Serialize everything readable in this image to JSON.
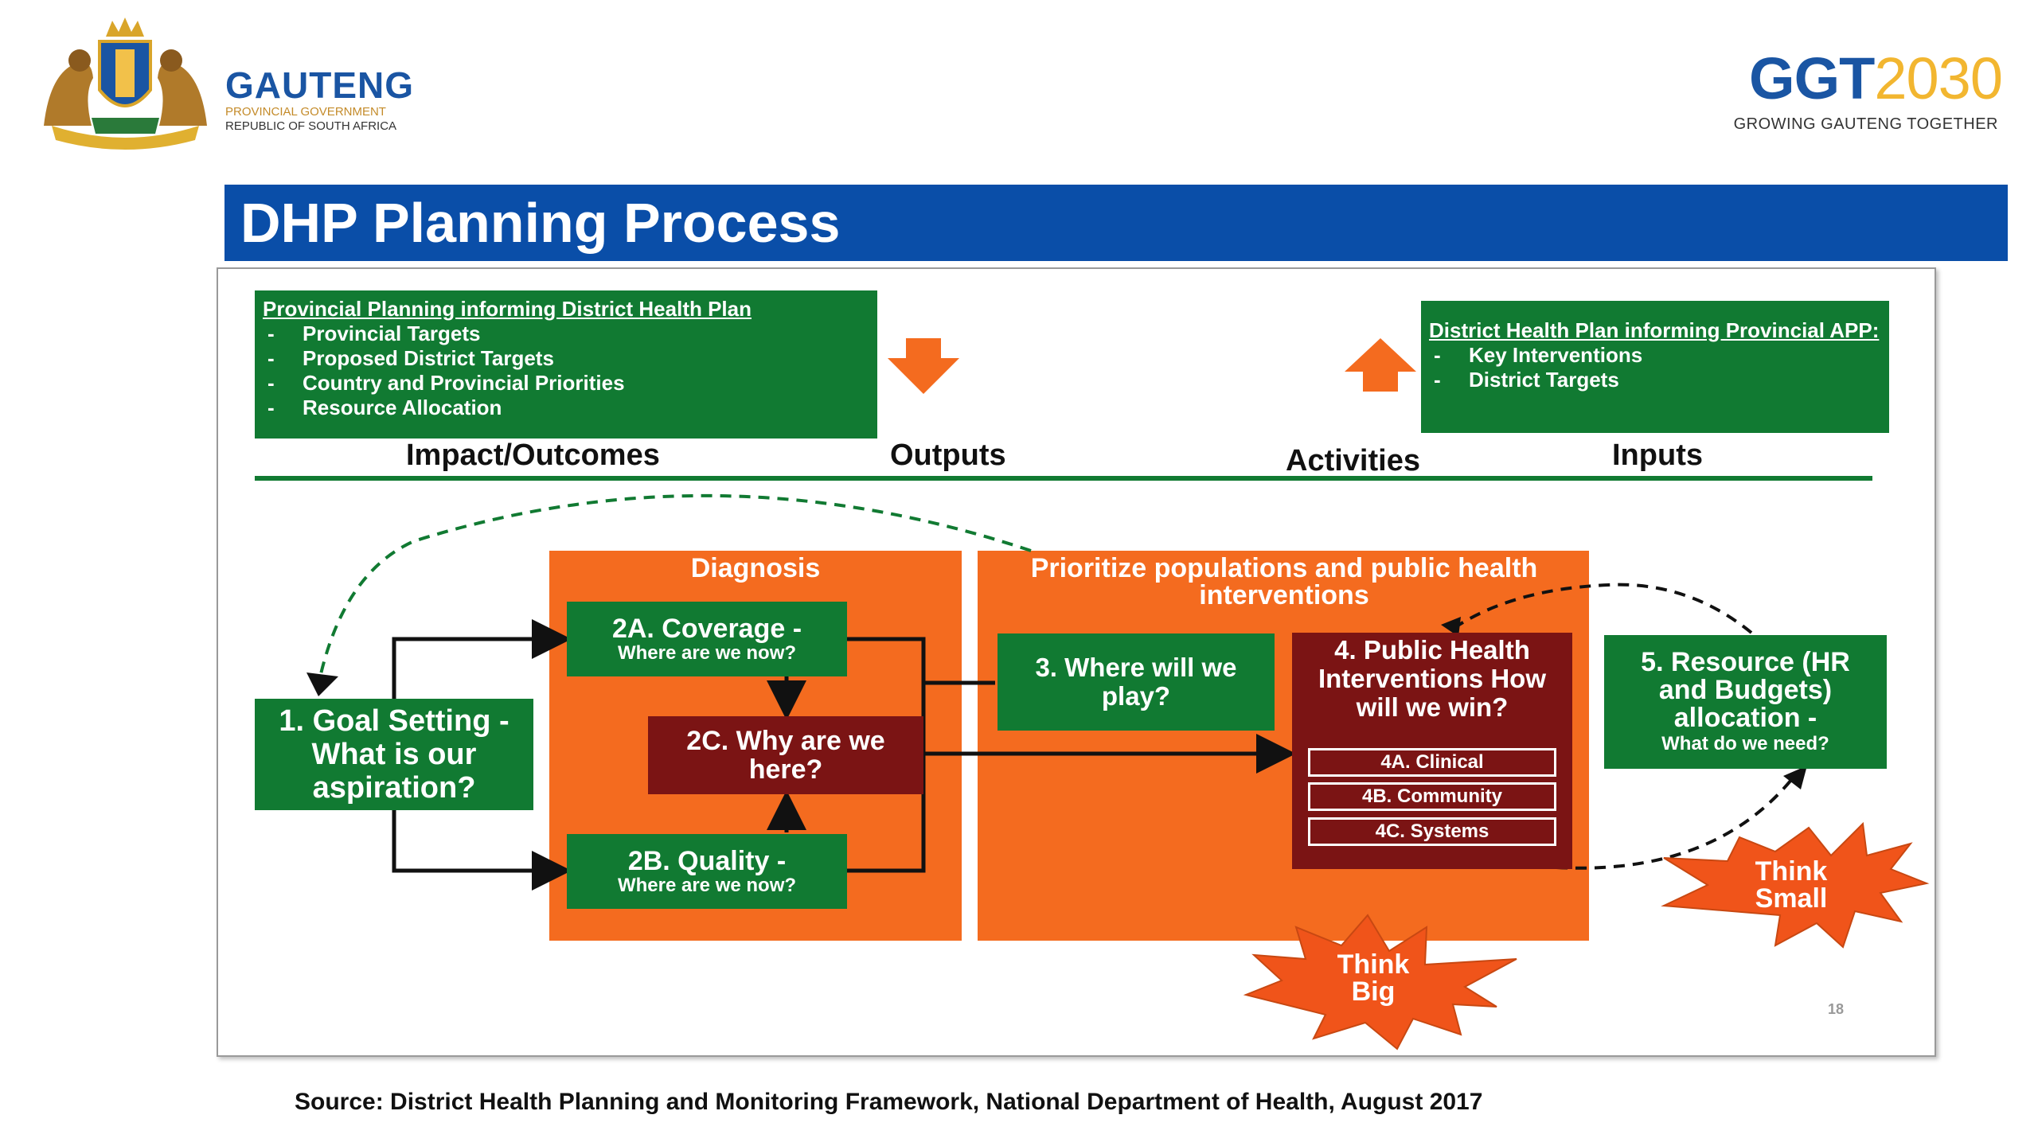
{
  "header": {
    "org_name": "GAUTENG",
    "org_sub1": "PROVINCIAL GOVERNMENT",
    "org_sub2": "REPUBLIC OF SOUTH AFRICA",
    "brand_a": "GGT",
    "brand_b": "2030",
    "brand_tagline": "GROWING GAUTENG TOGETHER",
    "colors": {
      "blue": "#1a55a3",
      "gold": "#f2b630",
      "title_bar": "#0a4ea8"
    }
  },
  "title": "DHP Planning Process",
  "diagram": {
    "colors": {
      "green": "#117a32",
      "maroon": "#7b1414",
      "orange": "#f46b1f"
    },
    "left_info": {
      "heading": "Provincial Planning informing District Health Plan",
      "items": [
        "Provincial Targets",
        "Proposed District Targets",
        "Country and Provincial Priorities",
        "Resource Allocation"
      ]
    },
    "right_info": {
      "heading": "District Health Plan informing Provincial APP:",
      "items": [
        "Key Interventions",
        "District Targets"
      ]
    },
    "phases": [
      "Impact/Outcomes",
      "Outputs",
      "Activities",
      "Inputs"
    ],
    "diagnosis_title": "Diagnosis",
    "prioritize_title": "Prioritize populations and public health interventions",
    "goal": "1. Goal Setting - What is our aspiration?",
    "coverage_main": "2A. Coverage -",
    "coverage_sub": "Where are we now?",
    "quality_main": "2B. Quality -",
    "quality_sub": "Where are we now?",
    "why": "2C. Why are we here?",
    "where_win": "3. Where will we play?",
    "public_health": "4. Public Health Interventions How will we win?",
    "sub_items": [
      "4A. Clinical",
      "4B. Community",
      "4C. Systems"
    ],
    "resource_main": "5. Resource (HR and Budgets) allocation -",
    "resource_sub": "What do we need?",
    "think_big": "Think Big",
    "think_small": "Think Small",
    "page_number": "18"
  },
  "source": "Source: District Health Planning and Monitoring Framework, National Department of Health,  August 2017"
}
